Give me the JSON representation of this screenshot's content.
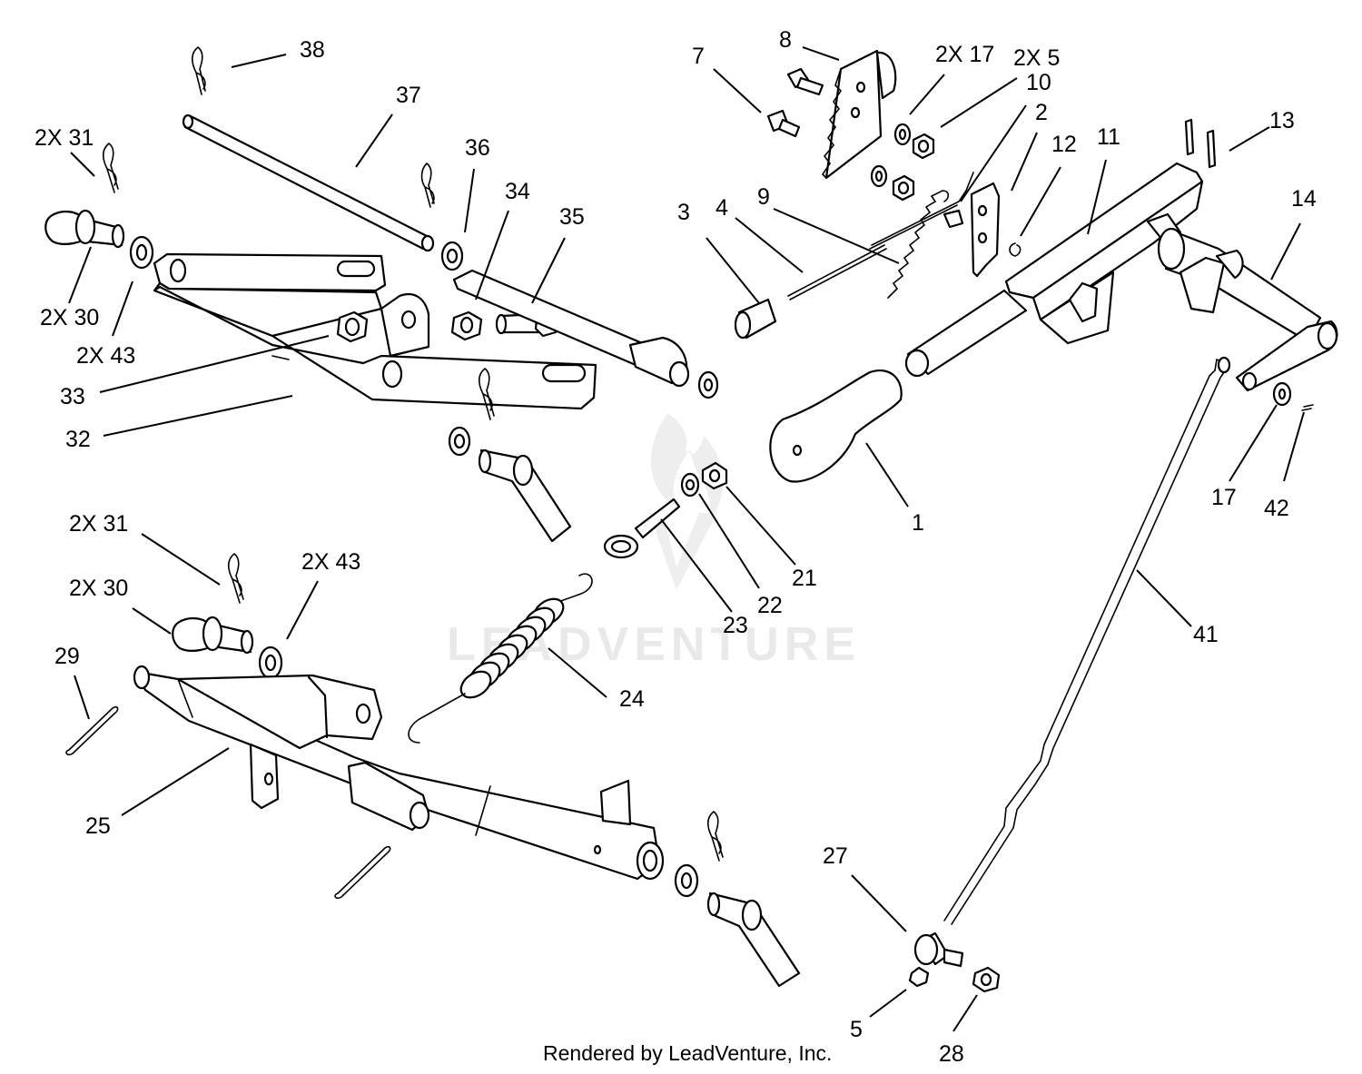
{
  "callouts": {
    "c1": "1",
    "c2": "2",
    "c3": "3",
    "c4": "4",
    "c5": "5",
    "c7": "7",
    "c8": "8",
    "c9": "9",
    "c10": "10",
    "c11": "11",
    "c12": "12",
    "c13": "13",
    "c14": "14",
    "c17": "17",
    "c2x17": "2X 17",
    "c2x5": "2X 5",
    "c21": "21",
    "c22": "22",
    "c23": "23",
    "c24": "24",
    "c25": "25",
    "c27": "27",
    "c28": "28",
    "c29": "29",
    "c2x30a": "2X 30",
    "c2x31a": "2X 31",
    "c2x43a": "2X 43",
    "c2x30b": "2X 30",
    "c2x31b": "2X 31",
    "c2x43b": "2X 43",
    "c32": "32",
    "c33": "33",
    "c34": "34",
    "c35": "35",
    "c36": "36",
    "c37": "37",
    "c38": "38",
    "c41": "41",
    "c42": "42"
  },
  "watermark": "LEADVENTURE",
  "credit": "Rendered by LeadVenture, Inc."
}
